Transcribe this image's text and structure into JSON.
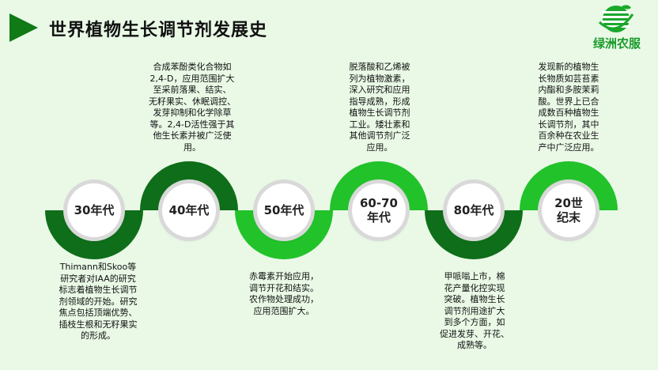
{
  "header": {
    "title": "世界植物生长调节剂发展史"
  },
  "logo": {
    "text": "绿洲农服",
    "icon": "globe-leaf-logo"
  },
  "colors": {
    "dark": "#0f6e19",
    "light": "#22c22a",
    "bg": "#e9f9e6"
  },
  "timeline": [
    {
      "era": "30年代",
      "description": "Thimann和Skoo等\n研究者对IAA的研究\n标志着植物生长调节\n剂领域的开始。研究\n焦点包括顶端优势、\n插枝生根和无籽果实\n的形成。"
    },
    {
      "era": "40年代",
      "description": "合成苯酚类化合物如\n2,4-D，应用范围扩大\n至采前落果、结实、\n无籽果实、休眠调控、\n发芽抑制和化学除草\n等。2,4-D活性强于其\n他生长素并被广泛使\n用。"
    },
    {
      "era": "50年代",
      "description": "赤霉素开始应用，\n调节开花和结实。\n农作物处理成功，\n应用范围扩大。"
    },
    {
      "era": "60-70\n年代",
      "description": "脱落酸和乙烯被\n列为植物激素，\n深入研究和应用\n指导成熟，形成\n植物生长调节剂\n工业。矮壮素和\n其他调节剂广泛\n应用。"
    },
    {
      "era": "80年代",
      "description": "甲哌嗡上市，棉\n花产量化控实现\n突破。植物生长\n调节剂用途扩大\n到多个方面，如\n促进发芽、开花、\n成熟等。"
    },
    {
      "era": "20世\n纪末",
      "description": "发现新的植物生\n长物质如芸苔素\n内酯和多胺茉莉\n酸。世界上已合\n成数百种植物生\n长调节剂，其中\n百余种在农业生\n产中广泛应用。"
    }
  ]
}
